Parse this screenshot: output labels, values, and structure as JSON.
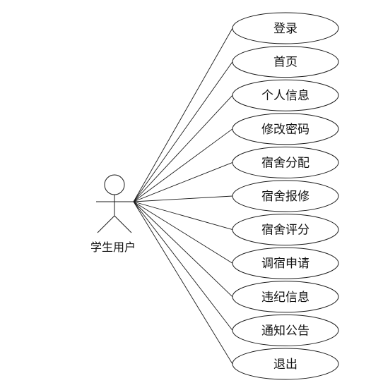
{
  "actor": {
    "label": "学生用户"
  },
  "use_cases": [
    {
      "label": "登录"
    },
    {
      "label": "首页"
    },
    {
      "label": "个人信息"
    },
    {
      "label": "修改密码"
    },
    {
      "label": "宿舍分配"
    },
    {
      "label": "宿舍报修"
    },
    {
      "label": "宿舍评分"
    },
    {
      "label": "调宿申请"
    },
    {
      "label": "违纪信息"
    },
    {
      "label": "通知公告"
    },
    {
      "label": "退出"
    }
  ]
}
